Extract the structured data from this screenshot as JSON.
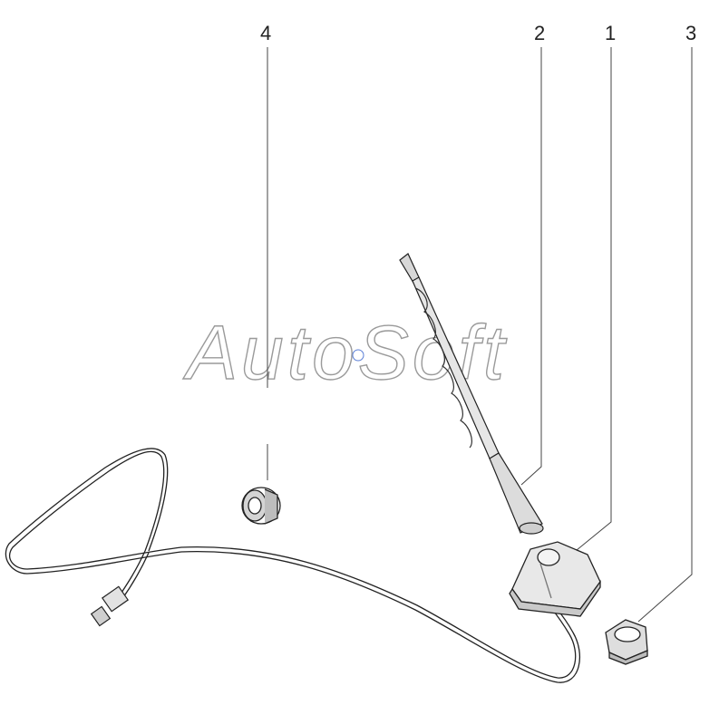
{
  "diagram": {
    "callouts": [
      {
        "id": "4",
        "label": "4"
      },
      {
        "id": "2",
        "label": "2"
      },
      {
        "id": "1",
        "label": "1"
      },
      {
        "id": "3",
        "label": "3"
      }
    ],
    "watermark": "AutoSoft",
    "parts": {
      "antenna_base": "1",
      "antenna_mast": "2",
      "base_nut": "3",
      "cable_grommet": "4"
    }
  }
}
